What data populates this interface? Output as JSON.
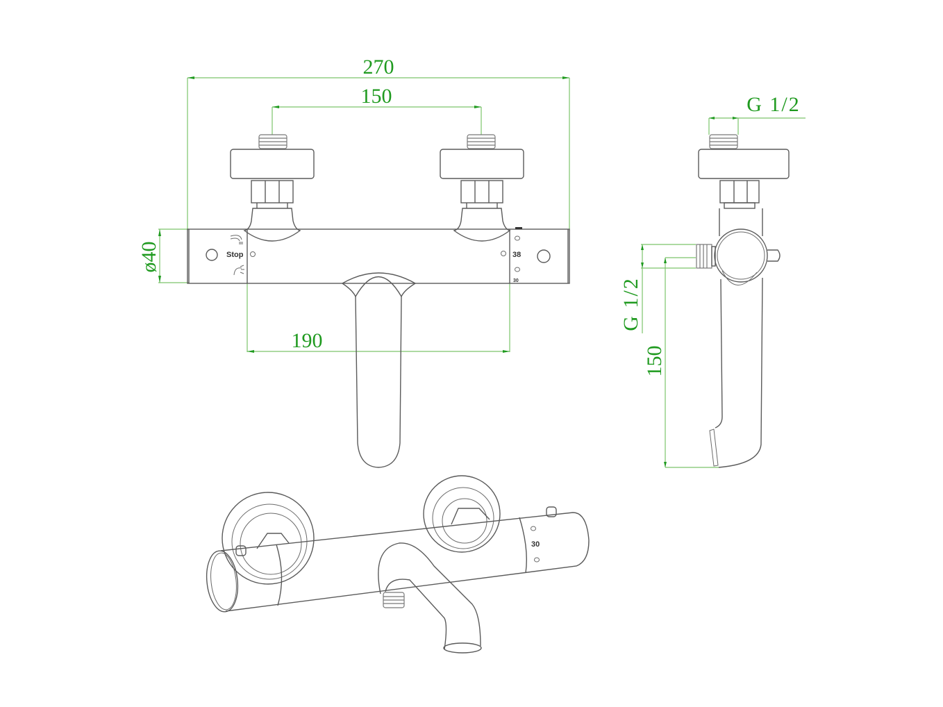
{
  "drawing": {
    "subject": "Thermostatic bath/shower mixer technical drawing",
    "colors": {
      "dimension": "#1f9a1f",
      "dimension_line": "#7cc46a",
      "outline": "#5a5a5a",
      "background": "#ffffff"
    }
  },
  "front_view": {
    "dimensions": {
      "overall_width": "270",
      "inlet_spacing": "150",
      "body_diameter": "ø40",
      "spout_span": "190"
    },
    "left_handle": {
      "mode_label": "Stop",
      "icons": [
        "shower-head-icon",
        "hand-shower-icon"
      ]
    },
    "right_handle": {
      "temperature_marks": [
        "38",
        "30"
      ]
    }
  },
  "side_view": {
    "dimensions": {
      "inlet_thread": "G 1/2",
      "outlet_thread": "G 1/2",
      "spout_drop": "150"
    }
  },
  "perspective_view": {
    "temperature_mark": "30"
  }
}
